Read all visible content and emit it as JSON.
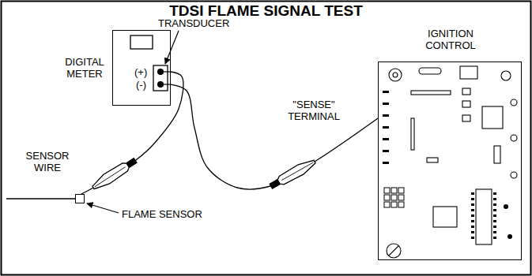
{
  "diagram": {
    "title": "TDSI FLAME SIGNAL TEST",
    "nodes": [
      {
        "text": [
          "DIGITAL METER"
        ]
      },
      {
        "text": [
          "FLAME SENSOR"
        ]
      },
      {
        "text": [
          "IGNITION CONTROL"
        ]
      }
    ],
    "edges": [
      {
        "from": 0,
        "to": 1,
        "arrow": "none"
      },
      {
        "from": 0,
        "to": 2,
        "arrow": "none"
      }
    ],
    "labels": [
      "TRANSDUCER",
      "(+)",
      "(-)",
      "\"SENSE\" TERMINAL",
      "SENSOR WIRE"
    ]
  }
}
